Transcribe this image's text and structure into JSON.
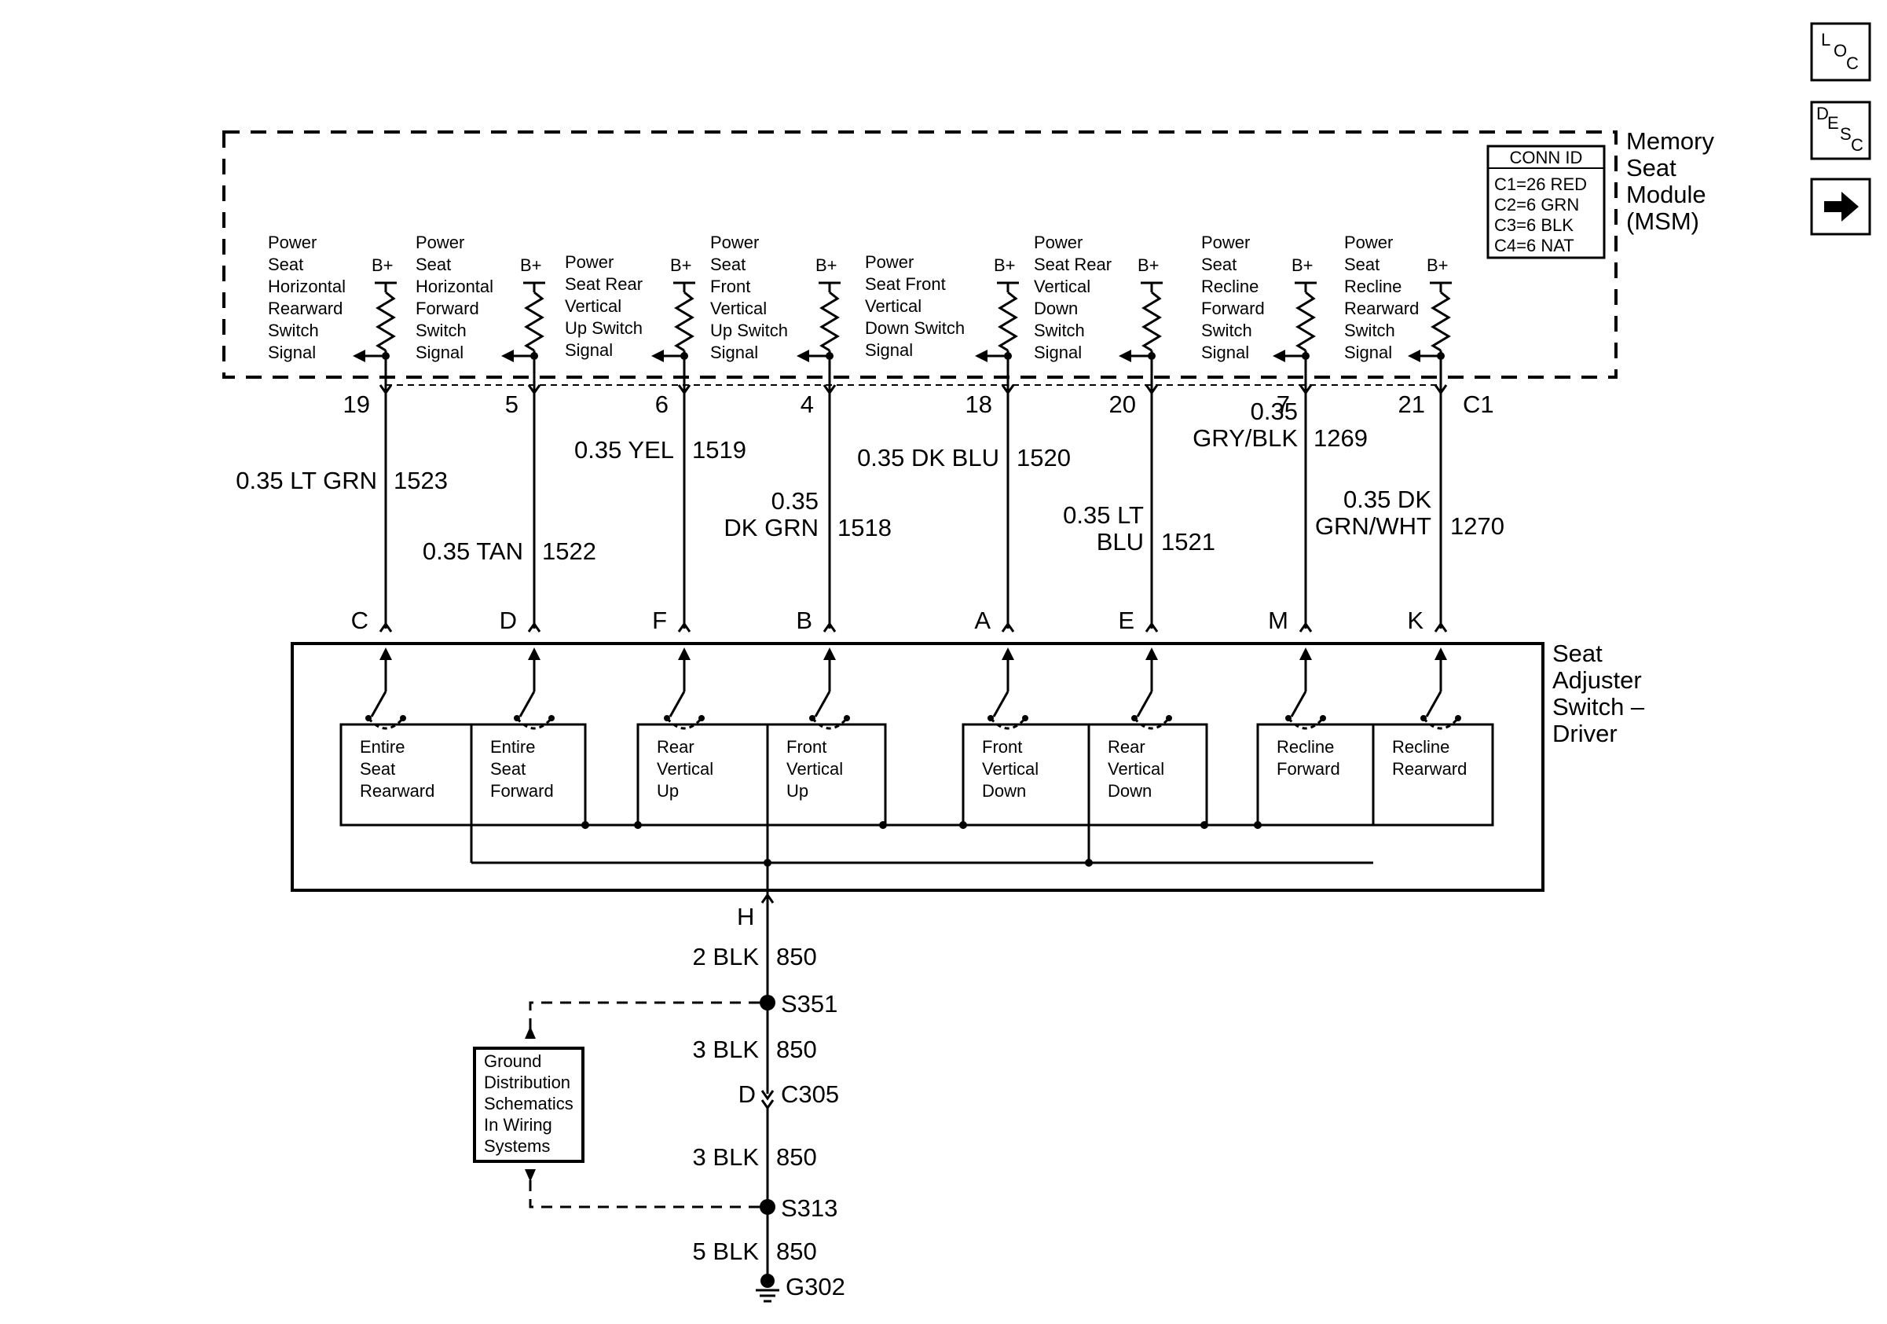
{
  "module": {
    "title_lines": [
      "Memory",
      "Seat",
      "Module",
      "(MSM)"
    ],
    "conn_id": {
      "heading": "CONN ID",
      "rows": [
        "C1=26 RED",
        "C2=6  GRN",
        "C3=6  BLK",
        "C4=6  NAT"
      ]
    },
    "connector": "C1",
    "supply_label": "B+"
  },
  "circuits": [
    {
      "signal": [
        "Power",
        "Seat",
        "Horizontal",
        "Rearward",
        "Switch",
        "Signal"
      ],
      "pin": "19",
      "wire": [
        "0.35 LT GRN"
      ],
      "circuit": "1523",
      "switch_pin": "C"
    },
    {
      "signal": [
        "Power",
        "Seat",
        "Horizontal",
        "Forward",
        "Switch",
        "Signal"
      ],
      "pin": "5",
      "wire": [
        "0.35 TAN"
      ],
      "circuit": "1522",
      "switch_pin": "D"
    },
    {
      "signal": [
        "Power",
        "Seat Rear",
        "Vertical",
        "Up Switch",
        "Signal"
      ],
      "pin": "6",
      "wire": [
        "0.35 YEL"
      ],
      "circuit": "1519",
      "switch_pin": "F"
    },
    {
      "signal": [
        "Power",
        "Seat",
        "Front",
        "Vertical",
        "Up Switch",
        "Signal"
      ],
      "pin": "4",
      "wire": [
        "0.35",
        "DK GRN"
      ],
      "circuit": "1518",
      "switch_pin": "B"
    },
    {
      "signal": [
        "Power",
        "Seat Front",
        "Vertical",
        "Down Switch",
        "Signal"
      ],
      "pin": "18",
      "wire": [
        "0.35 DK BLU"
      ],
      "circuit": "1520",
      "switch_pin": "A"
    },
    {
      "signal": [
        "Power",
        "Seat Rear",
        "Vertical",
        "Down",
        "Switch",
        "Signal"
      ],
      "pin": "20",
      "wire": [
        "0.35 LT",
        "BLU"
      ],
      "circuit": "1521",
      "switch_pin": "E"
    },
    {
      "signal": [
        "Power",
        "Seat",
        "Recline",
        "Forward",
        "Switch",
        "Signal"
      ],
      "pin": "7",
      "wire": [
        "0.35",
        "GRY/BLK"
      ],
      "circuit": "1269",
      "switch_pin": "M"
    },
    {
      "signal": [
        "Power",
        "Seat",
        "Recline",
        "Rearward",
        "Switch",
        "Signal"
      ],
      "pin": "21",
      "wire": [
        "0.35 DK",
        "GRN/WHT"
      ],
      "circuit": "1270",
      "switch_pin": "K"
    }
  ],
  "switch": {
    "title_lines": [
      "Seat",
      "Adjuster",
      "Switch –",
      "Driver"
    ],
    "cells": [
      [
        "Entire",
        "Seat",
        "Rearward"
      ],
      [
        "Entire",
        "Seat",
        "Forward"
      ],
      [
        "Rear",
        "Vertical",
        "Up"
      ],
      [
        "Front",
        "Vertical",
        "Up"
      ],
      [
        "Front",
        "Vertical",
        "Down"
      ],
      [
        "Rear",
        "Vertical",
        "Down"
      ],
      [
        "Recline",
        "Forward"
      ],
      [
        "Recline",
        "Rearward"
      ]
    ],
    "ground_pin": "H"
  },
  "ground": {
    "segments": [
      {
        "wire": "2 BLK",
        "circuit": "850"
      },
      {
        "wire": "3 BLK",
        "circuit": "850"
      },
      {
        "wire": "3 BLK",
        "circuit": "850"
      },
      {
        "wire": "5 BLK",
        "circuit": "850"
      }
    ],
    "splice_top": "S351",
    "connector_pin": "D",
    "connector": "C305",
    "splice_bottom": "S313",
    "ground_point": "G302",
    "reference_box": [
      "Ground",
      "Distribution",
      "Schematics",
      "In Wiring",
      "Systems"
    ]
  },
  "nav": {
    "loc": {
      "a": "L",
      "b": "O",
      "c": "C"
    },
    "desc": {
      "a": "D",
      "b": "E",
      "c": "S",
      "d": "C"
    },
    "next_icon": "right-arrow-icon"
  }
}
